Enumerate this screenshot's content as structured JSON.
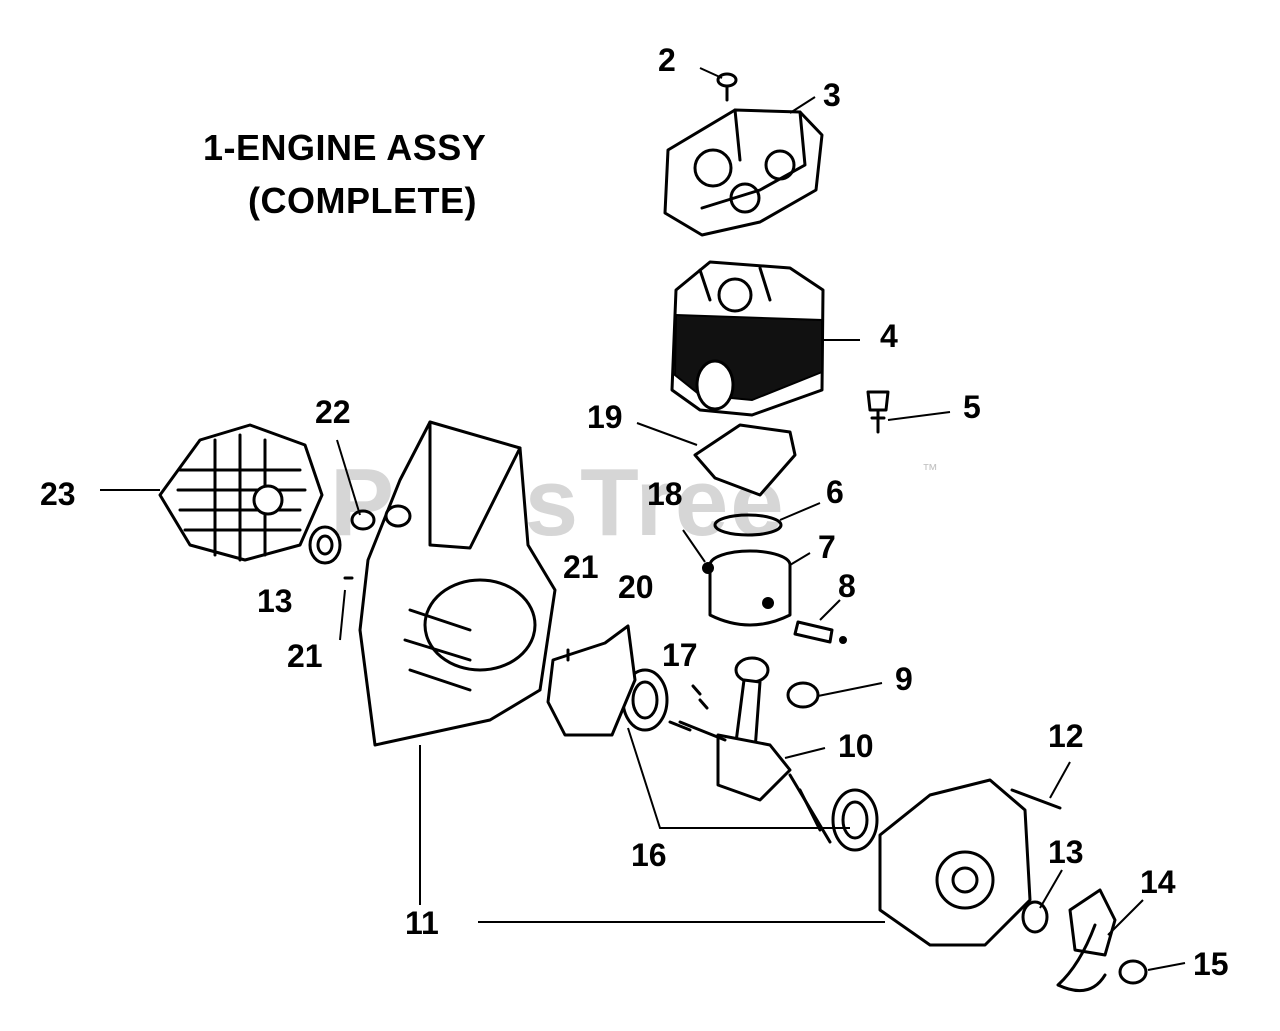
{
  "diagram": {
    "title_line1": "1-ENGINE ASSY",
    "title_line2": "(COMPLETE)",
    "watermark": "PartsTree",
    "trademark": "™",
    "callouts": [
      "2",
      "3",
      "4",
      "5",
      "19",
      "6",
      "18",
      "7",
      "8",
      "21",
      "20",
      "9",
      "17",
      "10",
      "12",
      "22",
      "23",
      "13",
      "21",
      "11",
      "16",
      "13",
      "14",
      "15"
    ]
  }
}
